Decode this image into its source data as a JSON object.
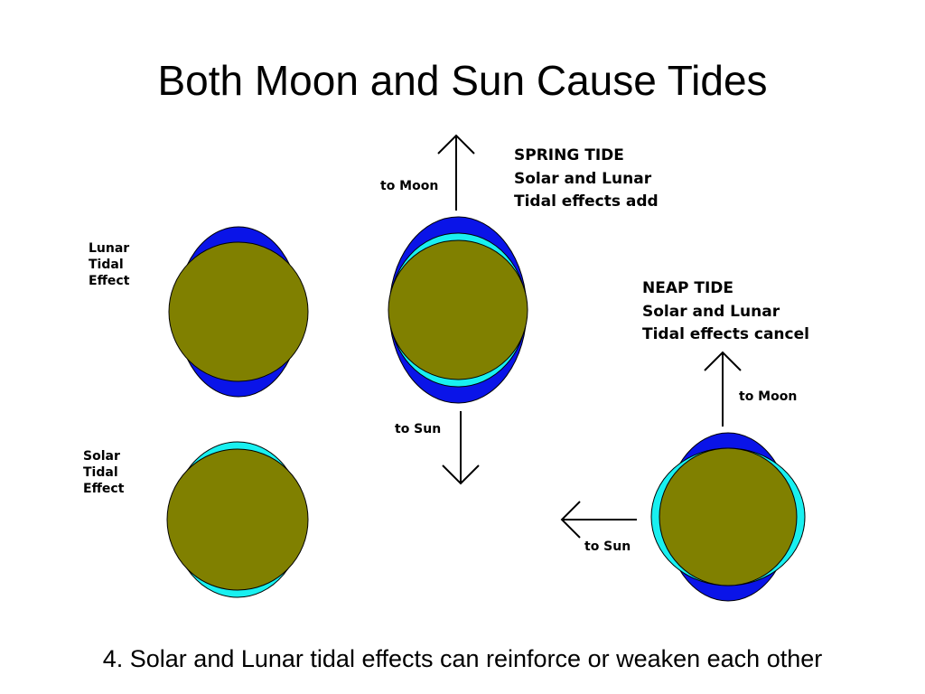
{
  "slide": {
    "title": "Both Moon and Sun Cause Tides",
    "caption": "4. Solar and Lunar tidal effects can reinforce or weaken each other"
  },
  "diagram": {
    "lunar_label": [
      "Lunar",
      "Tidal",
      "Effect"
    ],
    "solar_label": [
      "Solar",
      "Tidal",
      "Effect"
    ],
    "spring": {
      "title": "SPRING TIDE",
      "line1": "Solar and Lunar",
      "line2": "Tidal effects add",
      "to_moon": "to Moon",
      "to_sun": "to Sun"
    },
    "neap": {
      "title": "NEAP TIDE",
      "line1": "Solar and Lunar",
      "line2": "Tidal effects cancel",
      "to_moon": "to Moon",
      "to_sun": "to Sun"
    }
  },
  "colors": {
    "earth": "#808000",
    "lunar_bulge": "#0a14e8",
    "solar_bulge": "#19f0f0",
    "outline": "#000000"
  }
}
